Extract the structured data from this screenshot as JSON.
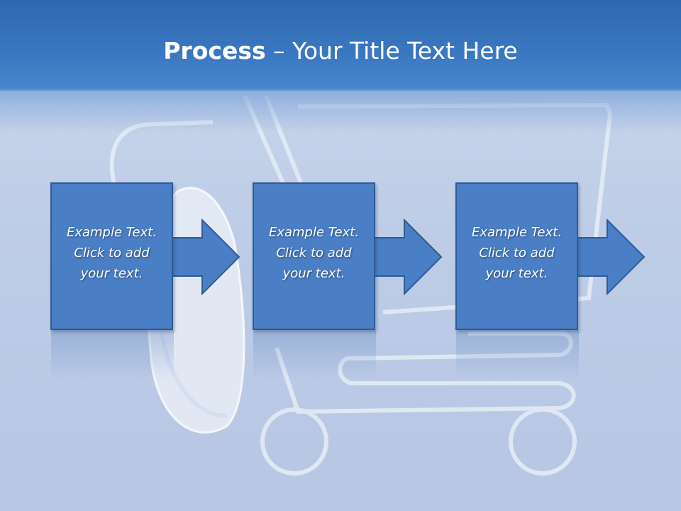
{
  "slide": {
    "title_bold": "Process",
    "title_rest": " – Your Title Text Here"
  },
  "steps": [
    {
      "line1": "Example Text.",
      "line2": "Click  to add",
      "line3": "your text."
    },
    {
      "line1": "Example Text.",
      "line2": "Click  to add",
      "line3": "your text."
    },
    {
      "line1": "Example Text.",
      "line2": "Click  to add",
      "line3": "your text."
    }
  ],
  "colors": {
    "header": "#3a78c2",
    "box": "#4a7ec5",
    "box_border": "#2f5b96",
    "background": "#c9d6ec"
  },
  "background_art": [
    "computer-mouse-icon",
    "shopping-cart-icon"
  ]
}
